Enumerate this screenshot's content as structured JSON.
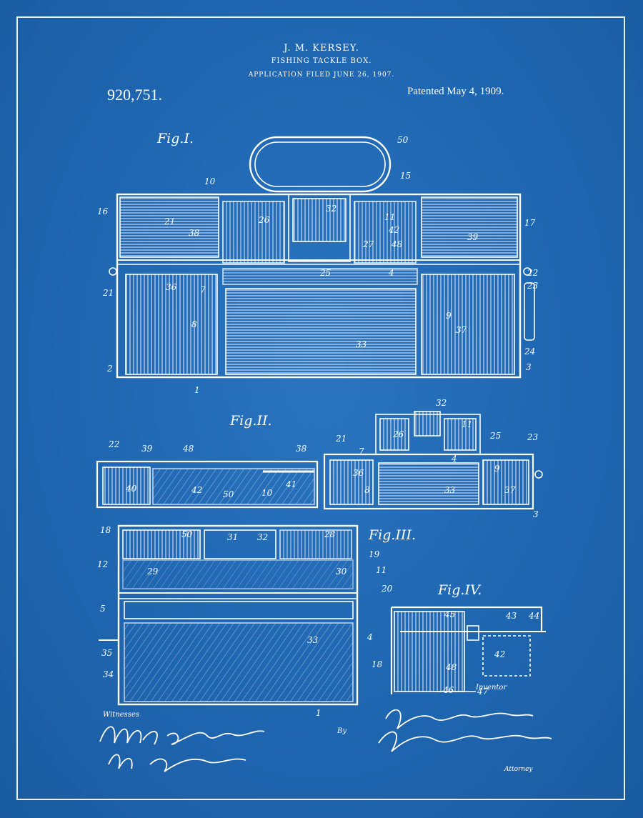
{
  "header": {
    "inventor": "J. M. KERSEY.",
    "title": "FISHING TACKLE BOX.",
    "application": "APPLICATION FILED JUNE 26, 1907.",
    "patent_number": "920,751.",
    "patent_date": "Patented May 4, 1909."
  },
  "figures": {
    "fig1": "Fig.I.",
    "fig2": "Fig.II.",
    "fig3": "Fig.III.",
    "fig4": "Fig.IV."
  },
  "footer": {
    "witnesses": "Witnesses",
    "by": "By",
    "inventor": "Inventor",
    "attorney": "Attorney"
  },
  "colors": {
    "background": "#1f66b1",
    "ink": "#ffffff"
  },
  "numerals": {
    "f1": [
      "50",
      "10",
      "15",
      "16",
      "21",
      "38",
      "26",
      "32",
      "11",
      "42",
      "48",
      "27",
      "17",
      "39",
      "22",
      "23",
      "21",
      "36",
      "7",
      "25",
      "4",
      "8",
      "9",
      "37",
      "33",
      "24",
      "2",
      "3",
      "1"
    ],
    "f2": [
      "32",
      "22",
      "39",
      "48",
      "38",
      "21",
      "7",
      "26",
      "11",
      "4",
      "25",
      "23",
      "40",
      "42",
      "50",
      "10",
      "41",
      "36",
      "8",
      "33",
      "9",
      "37",
      "3"
    ],
    "f3": [
      "18",
      "50",
      "31",
      "32",
      "28",
      "12",
      "29",
      "19",
      "30",
      "11",
      "20",
      "5",
      "33",
      "4",
      "35",
      "34",
      "1"
    ],
    "f4": [
      "45",
      "43",
      "44",
      "18",
      "42",
      "48",
      "46",
      "47"
    ]
  }
}
